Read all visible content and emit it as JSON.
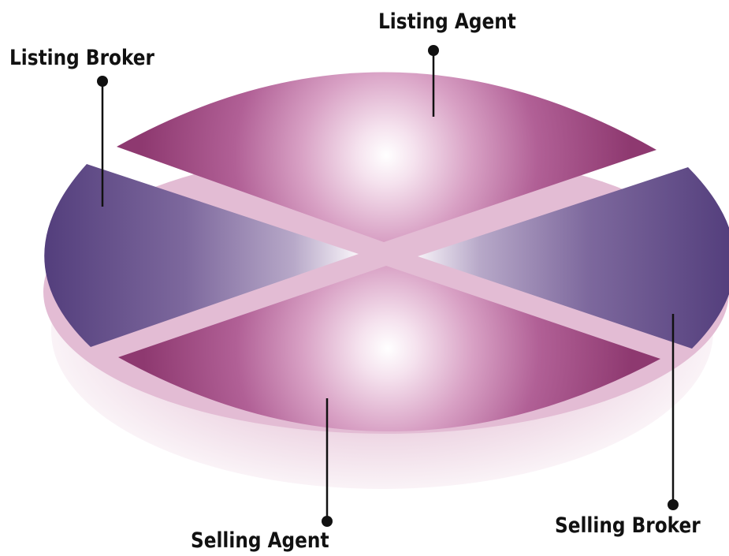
{
  "labels": {
    "listing_agent": "Listing Agent",
    "listing_broker": "Listing Broker",
    "selling_agent": "Selling Agent",
    "selling_broker": "Selling Broker"
  },
  "colors": {
    "agent_segment": "#9a3f78",
    "broker_segment": "#5a4280",
    "base_disc": "#e3bcd4",
    "shadow_disc": "#f1e2ea",
    "leader_line": "#111111"
  }
}
